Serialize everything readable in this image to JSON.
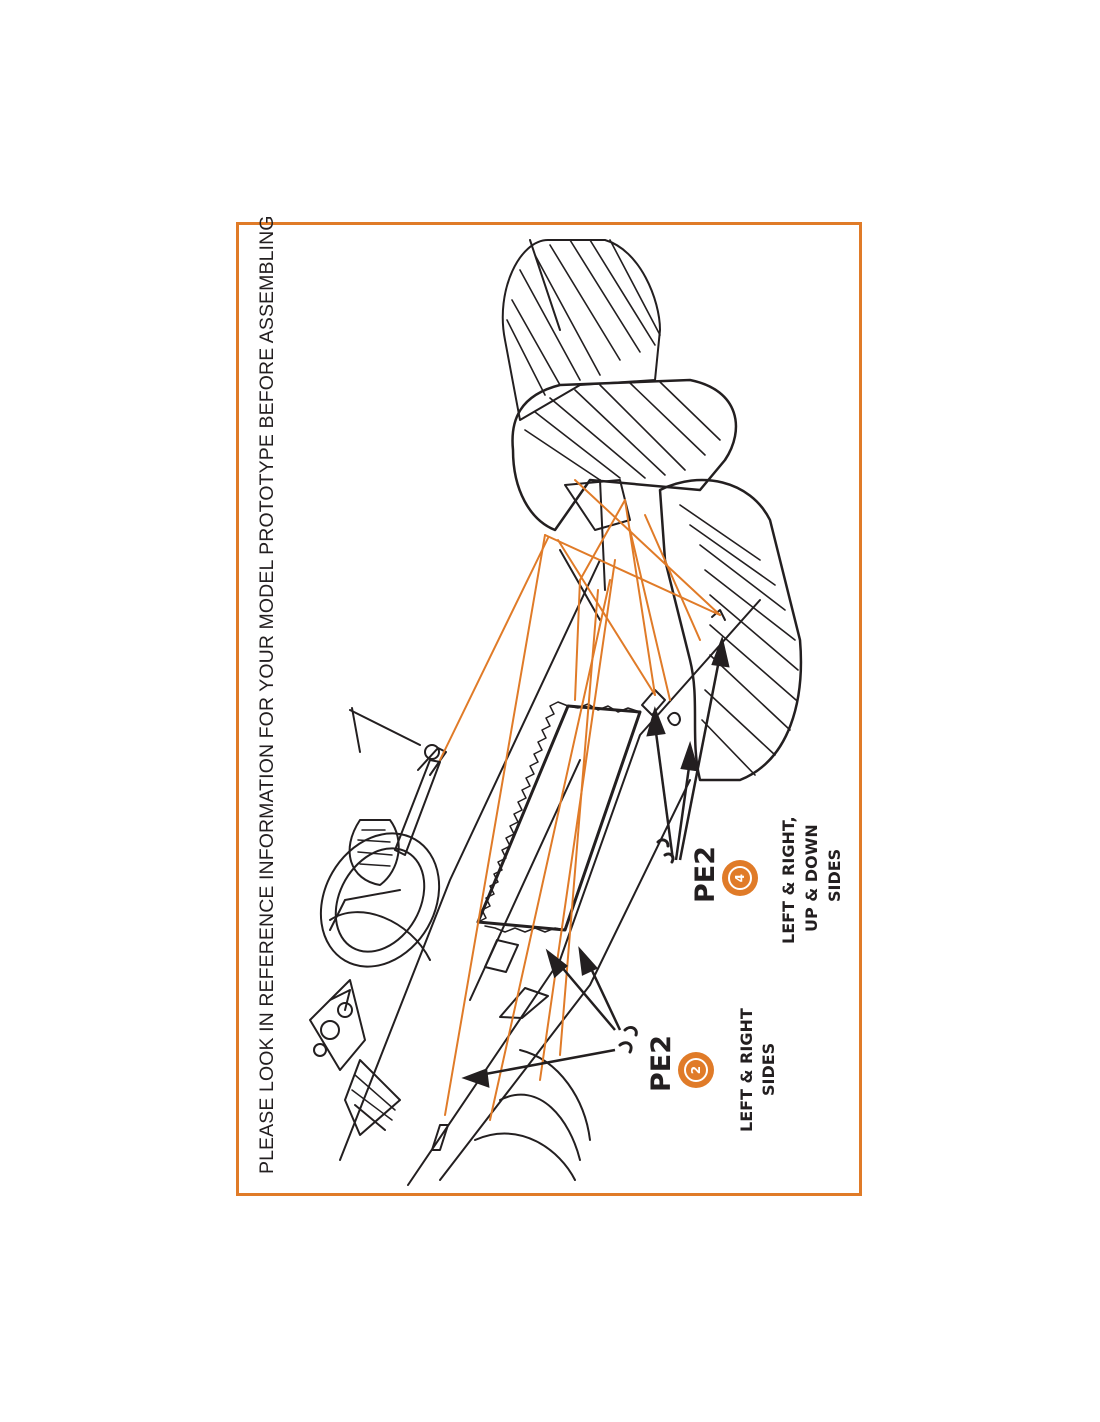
{
  "banner": "PLEASE LOOK IN REFERENCE INFORMATION FOR YOUR MODEL PROTOTYPE BEFORE ASSEMBLING",
  "callouts": [
    {
      "part": "PE2",
      "step": "2",
      "lines": [
        "LEFT & RIGHT",
        "SIDES"
      ]
    },
    {
      "part": "PE2",
      "step": "4",
      "lines": [
        "LEFT & RIGHT,",
        "UP & DOWN",
        "SIDES"
      ]
    }
  ],
  "colors": {
    "accent": "#e07b28",
    "line": "#231f20"
  }
}
